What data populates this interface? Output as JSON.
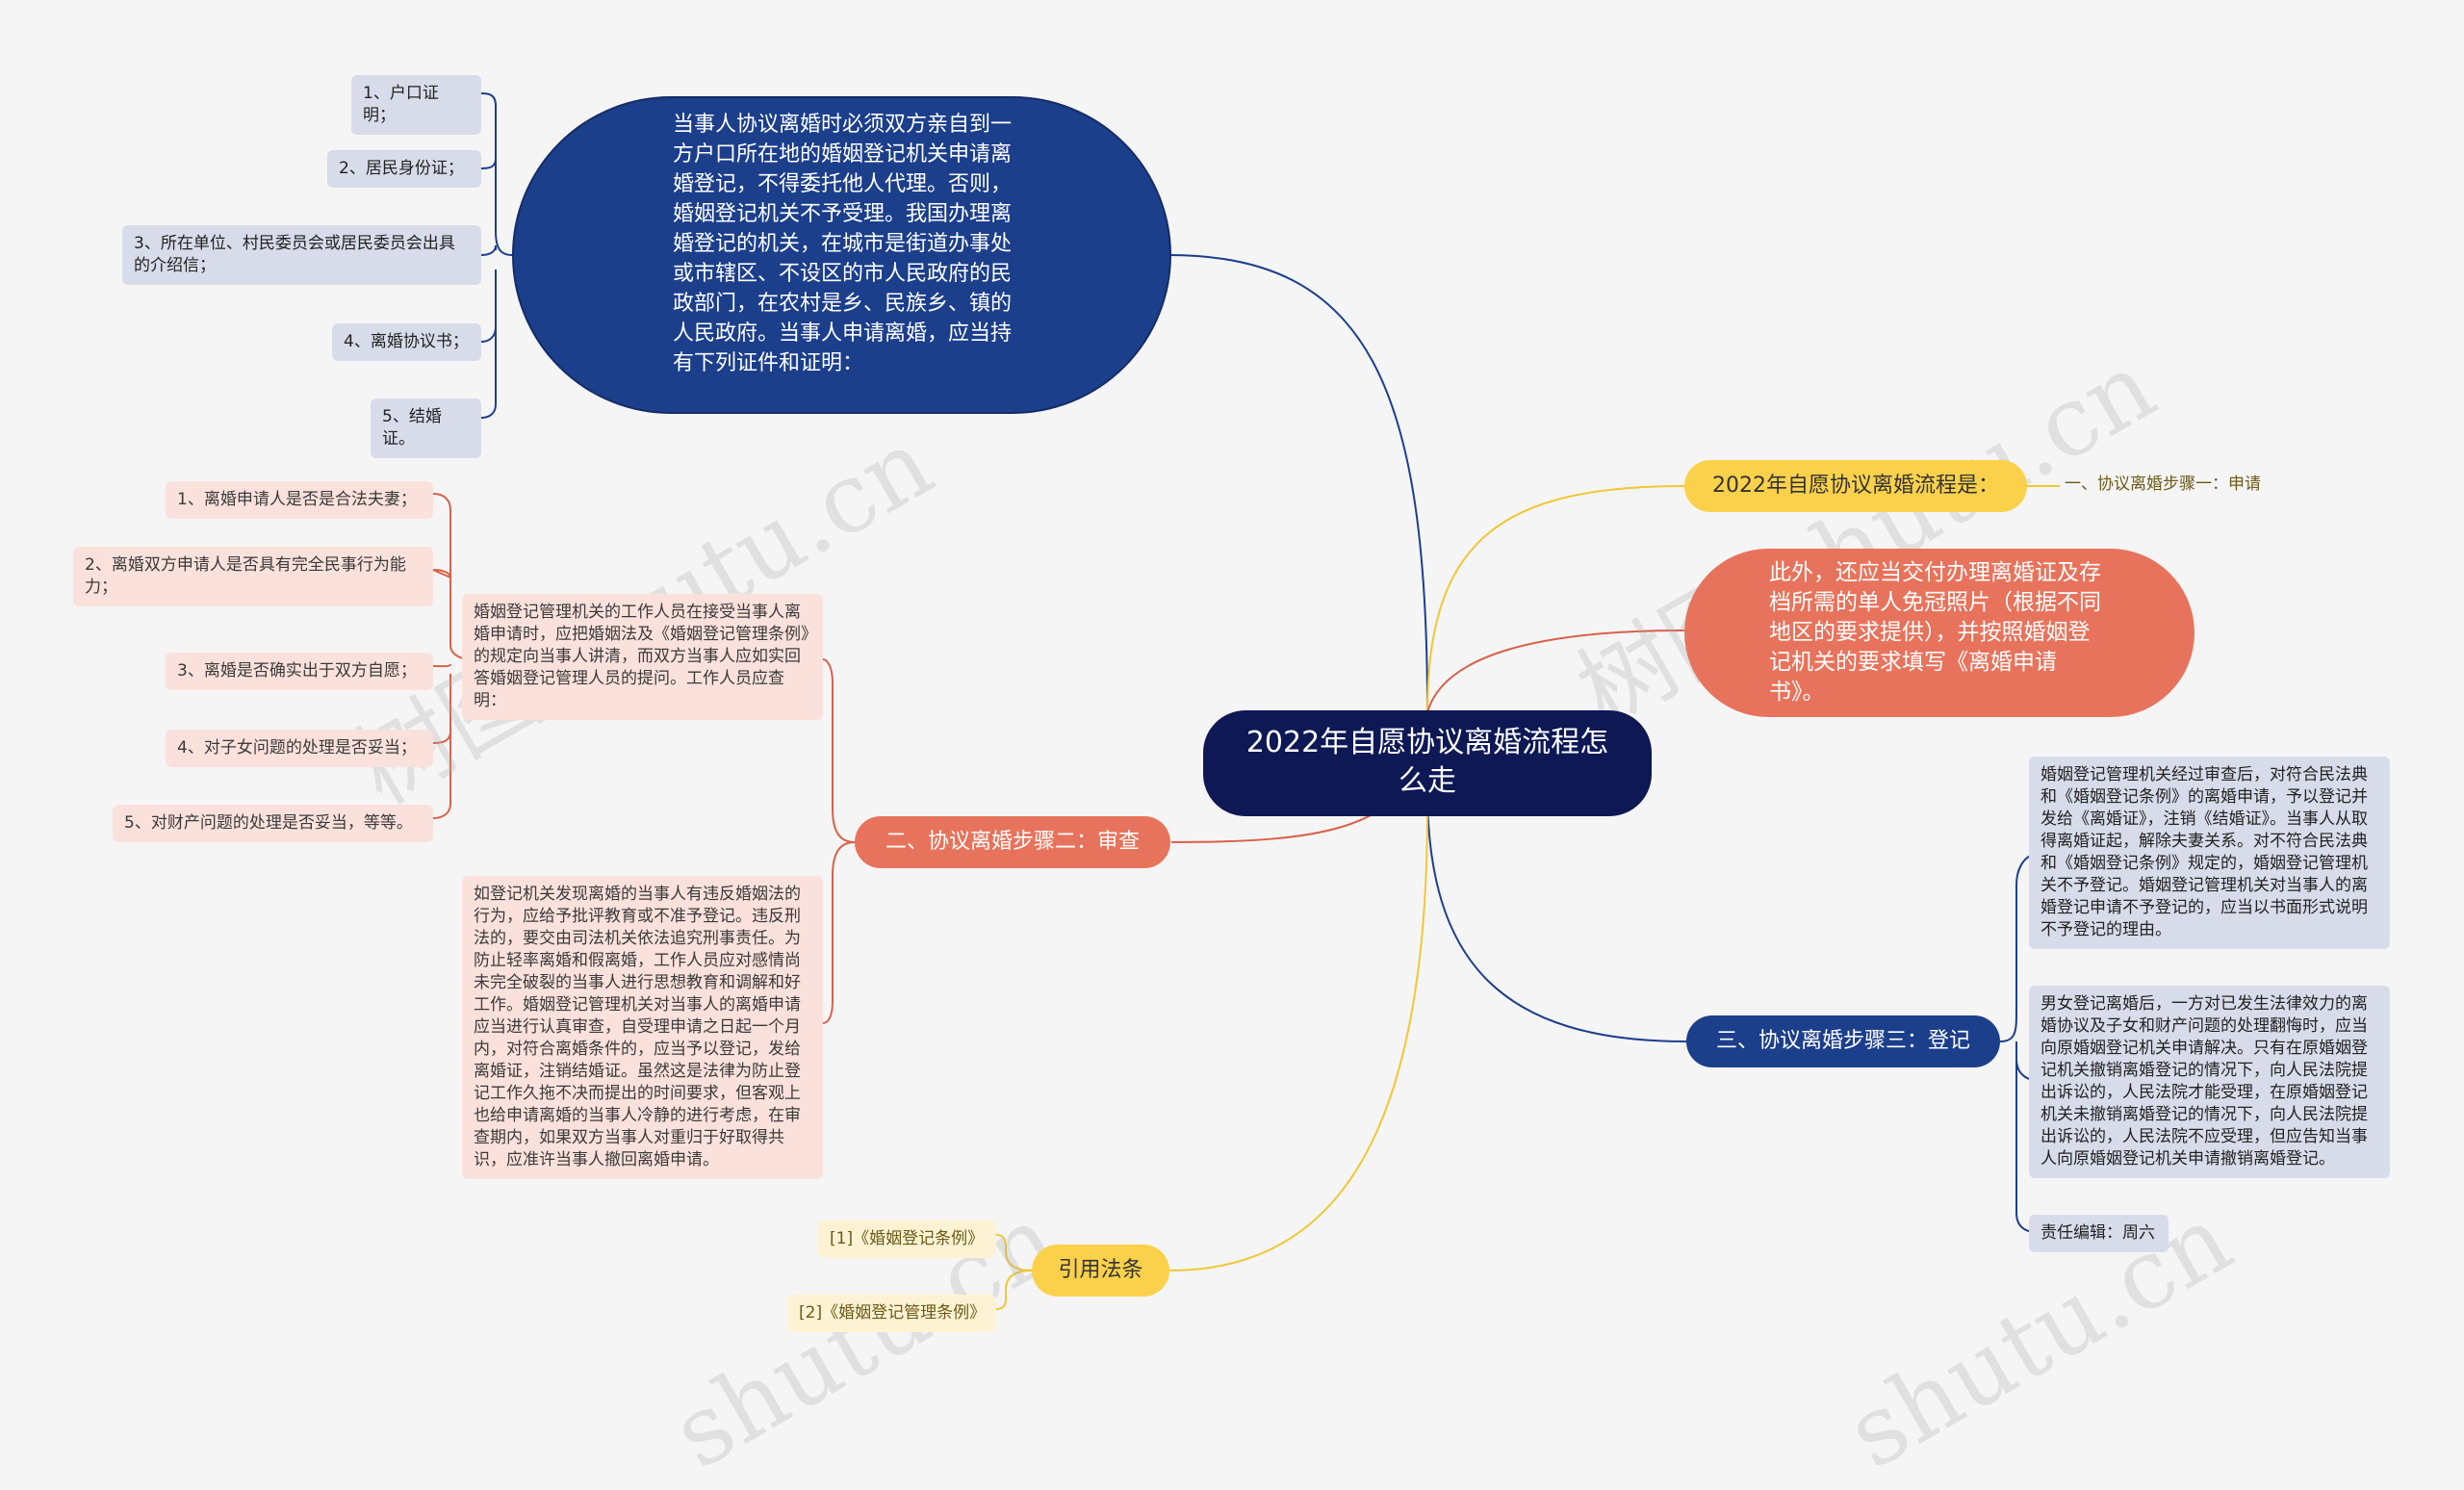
{
  "center": {
    "title": "2022年自愿协议离婚流程怎么走"
  },
  "top_left": {
    "main": "当事人协议离婚时必须双方亲自到一方户口所在地的婚姻登记机关申请离婚登记，不得委托他人代理。否则，婚姻登记机关不予受理。我国办理离婚登记的机关，在城市是街道办事处或市辖区、不设区的市人民政府的民政部门，在农村是乡、民族乡、镇的人民政府。当事人申请离婚，应当持有下列证件和证明：",
    "items": [
      "1、户口证明；",
      "2、居民身份证；",
      "3、所在单位、村民委员会或居民委员会出具的介绍信；",
      "4、离婚协议书；",
      "5、结婚证。"
    ]
  },
  "step1": {
    "label": "2022年自愿协议离婚流程是：",
    "leaf": "一、协议离婚步骤一：申请"
  },
  "extra": {
    "text": "此外，还应当交付办理离婚证及存档所需的单人免冠照片（根据不同地区的要求提供），并按照婚姻登记机关的要求填写《离婚申请书》。"
  },
  "step2": {
    "label": "二、协议离婚步骤二：审查",
    "desc": "婚姻登记管理机关的工作人员在接受当事人离婚申请时，应把婚姻法及《婚姻登记管理条例》的规定向当事人讲清，而双方当事人应如实回答婚姻登记管理人员的提问。工作人员应查明：",
    "items": [
      "1、离婚申请人是否是合法夫妻；",
      "2、离婚双方申请人是否具有完全民事行为能力；",
      "3、离婚是否确实出于双方自愿；",
      "4、对子女问题的处理是否妥当；",
      "5、对财产问题的处理是否妥当，等等。"
    ],
    "note": "如登记机关发现离婚的当事人有违反婚姻法的行为，应给予批评教育或不准予登记。违反刑法的，要交由司法机关依法追究刑事责任。为防止轻率离婚和假离婚，工作人员应对感情尚未完全破裂的当事人进行思想教育和调解和好工作。婚姻登记管理机关对当事人的离婚申请应当进行认真审查，自受理申请之日起一个月内，对符合离婚条件的，应当予以登记，发给离婚证，注销结婚证。虽然这是法律为防止登记工作久拖不决而提出的时间要求，但客观上也给申请离婚的当事人冷静的进行考虑，在审查期内，如果双方当事人对重归于好取得共识，应准许当事人撤回离婚申请。"
  },
  "step3": {
    "label": "三、协议离婚步骤三：登记",
    "texts": [
      "婚姻登记管理机关经过审查后，对符合民法典和《婚姻登记条例》的离婚申请，予以登记并发给《离婚证》，注销《结婚证》。当事人从取得离婚证起，解除夫妻关系。对不符合民法典和《婚姻登记条例》规定的，婚姻登记管理机关不予登记。婚姻登记管理机关对当事人的离婚登记申请不予登记的，应当以书面形式说明不予登记的理由。",
      "男女登记离婚后，一方对已发生法律效力的离婚协议及子女和财产问题的处理翻悔时，应当向原婚姻登记机关申请解决。只有在原婚姻登记机关撤销离婚登记的情况下，向人民法院提出诉讼的，人民法院才能受理，在原婚姻登记机关未撤销离婚登记的情况下，向人民法院提出诉讼的，人民法院不应受理，但应告知当事人向原婚姻登记机关申请撤销离婚登记。",
      "责任编辑：周六"
    ]
  },
  "refs": {
    "label": "引用法条",
    "items": [
      "[1]《婚姻登记条例》",
      "[2]《婚姻登记管理条例》"
    ]
  },
  "watermarks": [
    "树图 shutu.cn",
    "树图 shutu.cn",
    "shutu.cn",
    "shutu.cn"
  ],
  "colors": {
    "navy": "#1c3f8c",
    "center": "#0d1855",
    "coral": "#e8735c",
    "yellow": "#fbd14b",
    "lilac": "#d8dcea",
    "pink": "#fbe1dc",
    "cream": "#fdf3d4"
  }
}
